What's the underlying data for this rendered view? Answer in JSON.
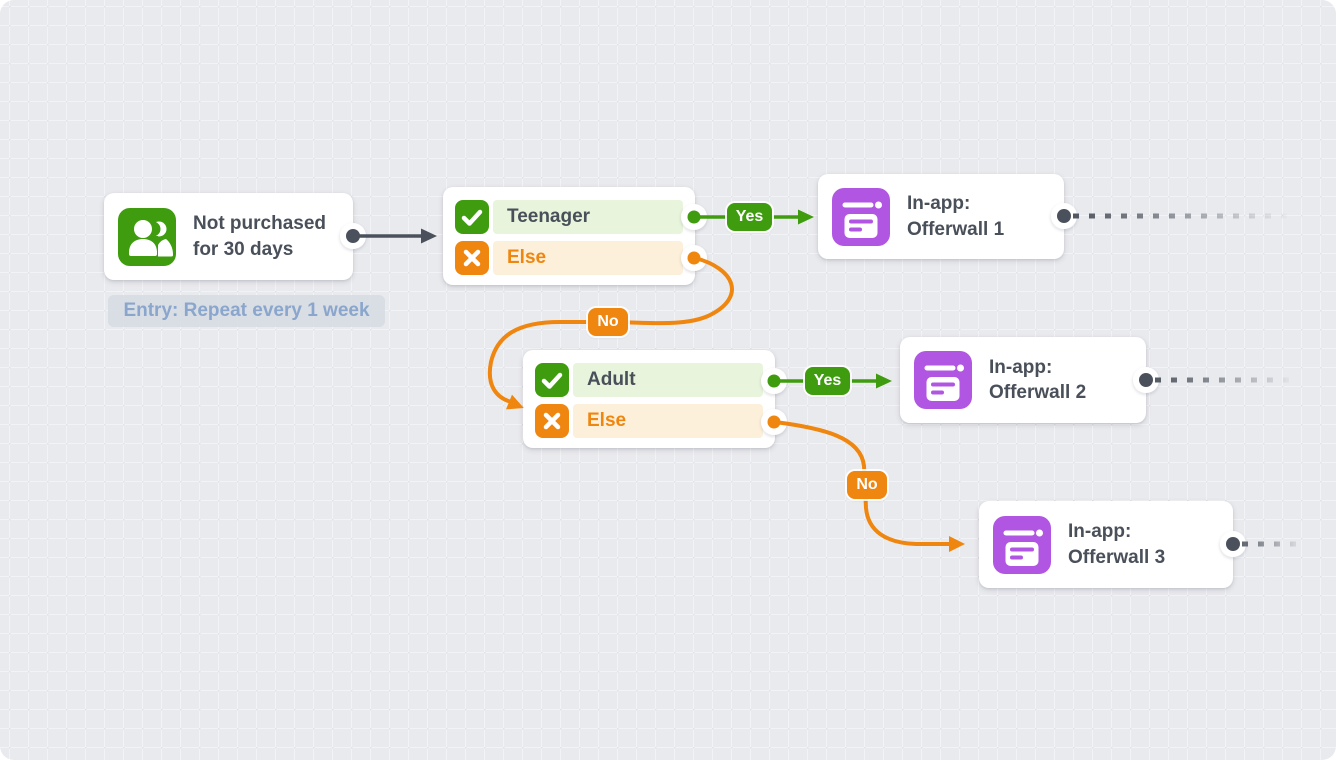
{
  "flow": {
    "trigger": {
      "title": "Not purchased for 30 days",
      "entry_note": "Entry: Repeat every 1 week",
      "icon": "users-icon"
    },
    "conditions": [
      {
        "rows": [
          {
            "label": "Teenager",
            "kind": "match"
          },
          {
            "label": "Else",
            "kind": "else"
          }
        ]
      },
      {
        "rows": [
          {
            "label": "Adult",
            "kind": "match"
          },
          {
            "label": "Else",
            "kind": "else"
          }
        ]
      }
    ],
    "actions": [
      {
        "title": "In-app: Offerwall 1",
        "icon": "offerwall-icon"
      },
      {
        "title": "In-app: Offerwall 2",
        "icon": "offerwall-icon"
      },
      {
        "title": "In-app: Offerwall 3",
        "icon": "offerwall-icon"
      }
    ],
    "labels": {
      "yes": "Yes",
      "no": "No"
    }
  },
  "colors": {
    "canvas_background": "#e9eaee",
    "grid_line": "#f2f3f6",
    "card_background": "#ffffff",
    "green": "#3e9c0e",
    "green_light": "#e8f4dc",
    "orange": "#ef860f",
    "orange_light": "#fdf0da",
    "purple": "#b156e2",
    "slate_text": "#4a505a",
    "connector_dark": "#4b515c",
    "entry_note_text": "#8aa6cc",
    "entry_note_background": "#d6dae2"
  }
}
